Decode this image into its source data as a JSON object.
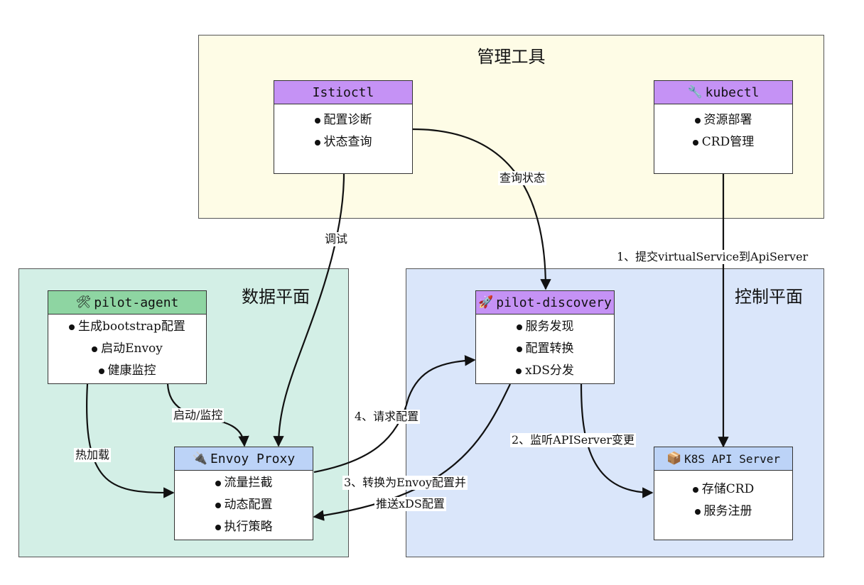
{
  "regions": {
    "mgmt": {
      "title": "管理工具",
      "fill": "#fefce6"
    },
    "data_plane": {
      "title": "数据平面",
      "fill": "#d3efe6"
    },
    "control_plane": {
      "title": "控制平面",
      "fill": "#dae6fa"
    }
  },
  "nodes": {
    "istioctl": {
      "title": "Istioctl",
      "header_color": "#c592f5",
      "items": [
        "配置诊断",
        "状态查询"
      ]
    },
    "kubectl": {
      "title": "kubectl",
      "icon": "🔧",
      "header_color": "#c592f5",
      "items": [
        "资源部署",
        "CRD管理"
      ]
    },
    "pilot_agent": {
      "title": "pilot-agent",
      "icon": "🛠",
      "header_color": "#8ed5a2",
      "items": [
        "生成bootstrap配置",
        "启动Envoy",
        "健康监控"
      ]
    },
    "pilot_discovery": {
      "title": "pilot-discovery",
      "icon": "🚀",
      "header_color": "#c592f5",
      "items": [
        "服务发现",
        "配置转换",
        "xDS分发"
      ]
    },
    "envoy": {
      "title": "Envoy Proxy",
      "icon": "🔌",
      "header_color": "#bcd3f7",
      "items": [
        "流量拦截",
        "动态配置",
        "执行策略"
      ]
    },
    "k8s": {
      "title": "K8S API Server",
      "icon": "📦",
      "header_color": "#bcd3f7",
      "items": [
        "存储CRD",
        "服务注册"
      ]
    }
  },
  "edges": {
    "query_status": "查询状态",
    "debug": "调试",
    "submit_vs": "1、提交virtualService到ApiServer",
    "watch_apiserver": "2、监听APIServer变更",
    "convert_push_line1": "3、转换为Envoy配置并",
    "convert_push_line2": "推送xDS配置",
    "request_config": "4、请求配置",
    "start_monitor": "启动/监控",
    "hot_reload": "热加载"
  }
}
